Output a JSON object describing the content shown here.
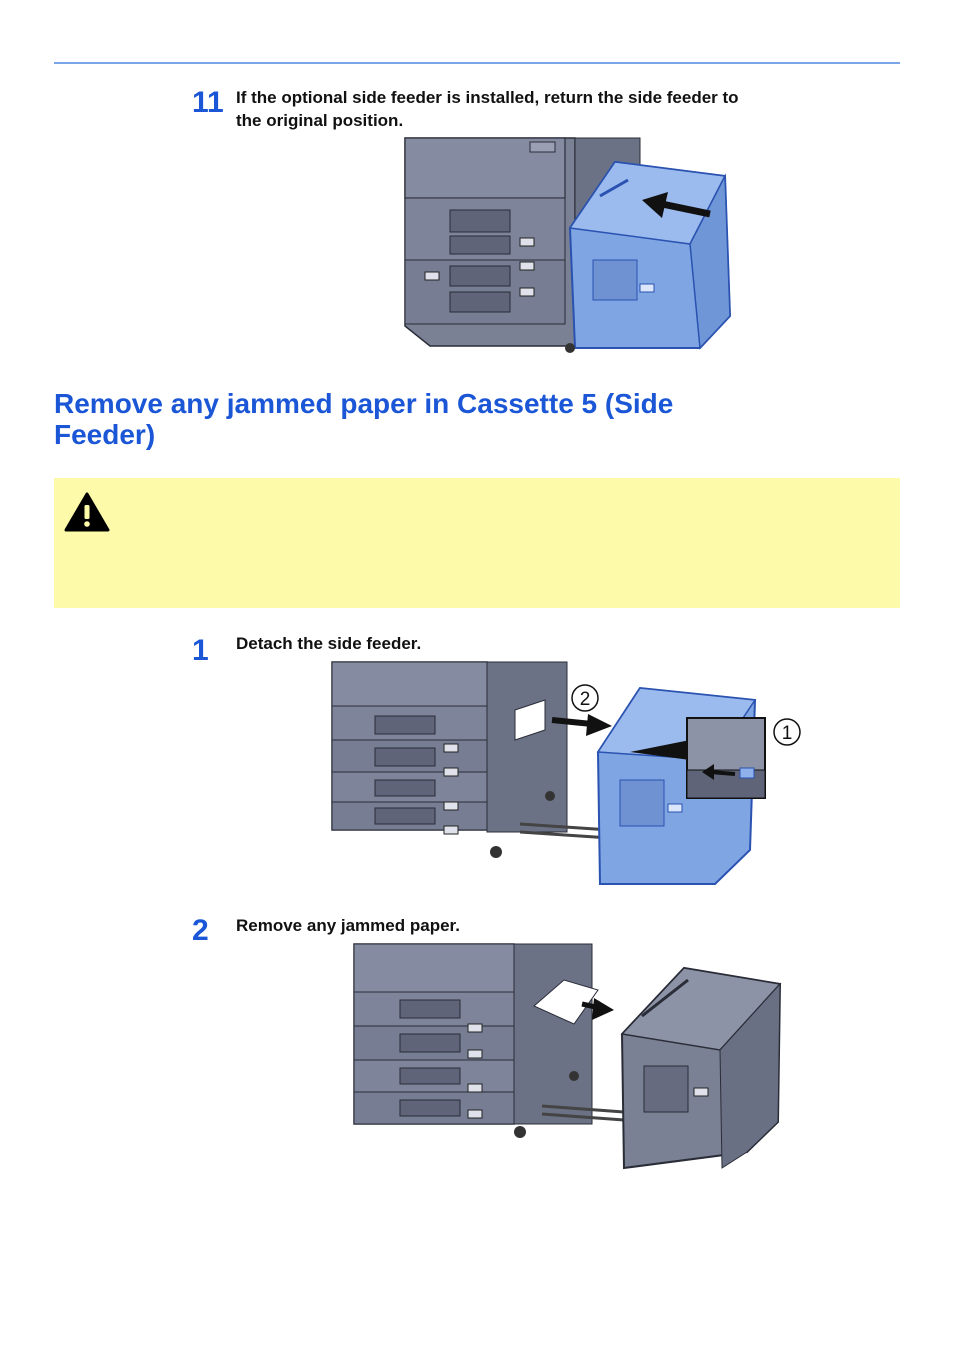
{
  "colors": {
    "accent": "#1a56d6",
    "rule": "#7aa5e8",
    "warning_bg": "#fdfbaa",
    "feeder_blue": "#7fa6e3",
    "machine_gray": "#7b8195"
  },
  "step11": {
    "number": "11",
    "text_line1": "If the optional side feeder is installed, return the side feeder to",
    "text_line2": "the original position."
  },
  "section": {
    "title_line1": "Remove any jammed paper in Cassette 5 (Side",
    "title_line2": "Feeder)"
  },
  "warning": {
    "icon": "warning-triangle-icon"
  },
  "step1": {
    "number": "1",
    "text": "Detach the side feeder.",
    "callout_1": "1",
    "callout_2": "2"
  },
  "step2": {
    "number": "2",
    "text": "Remove any jammed paper."
  }
}
